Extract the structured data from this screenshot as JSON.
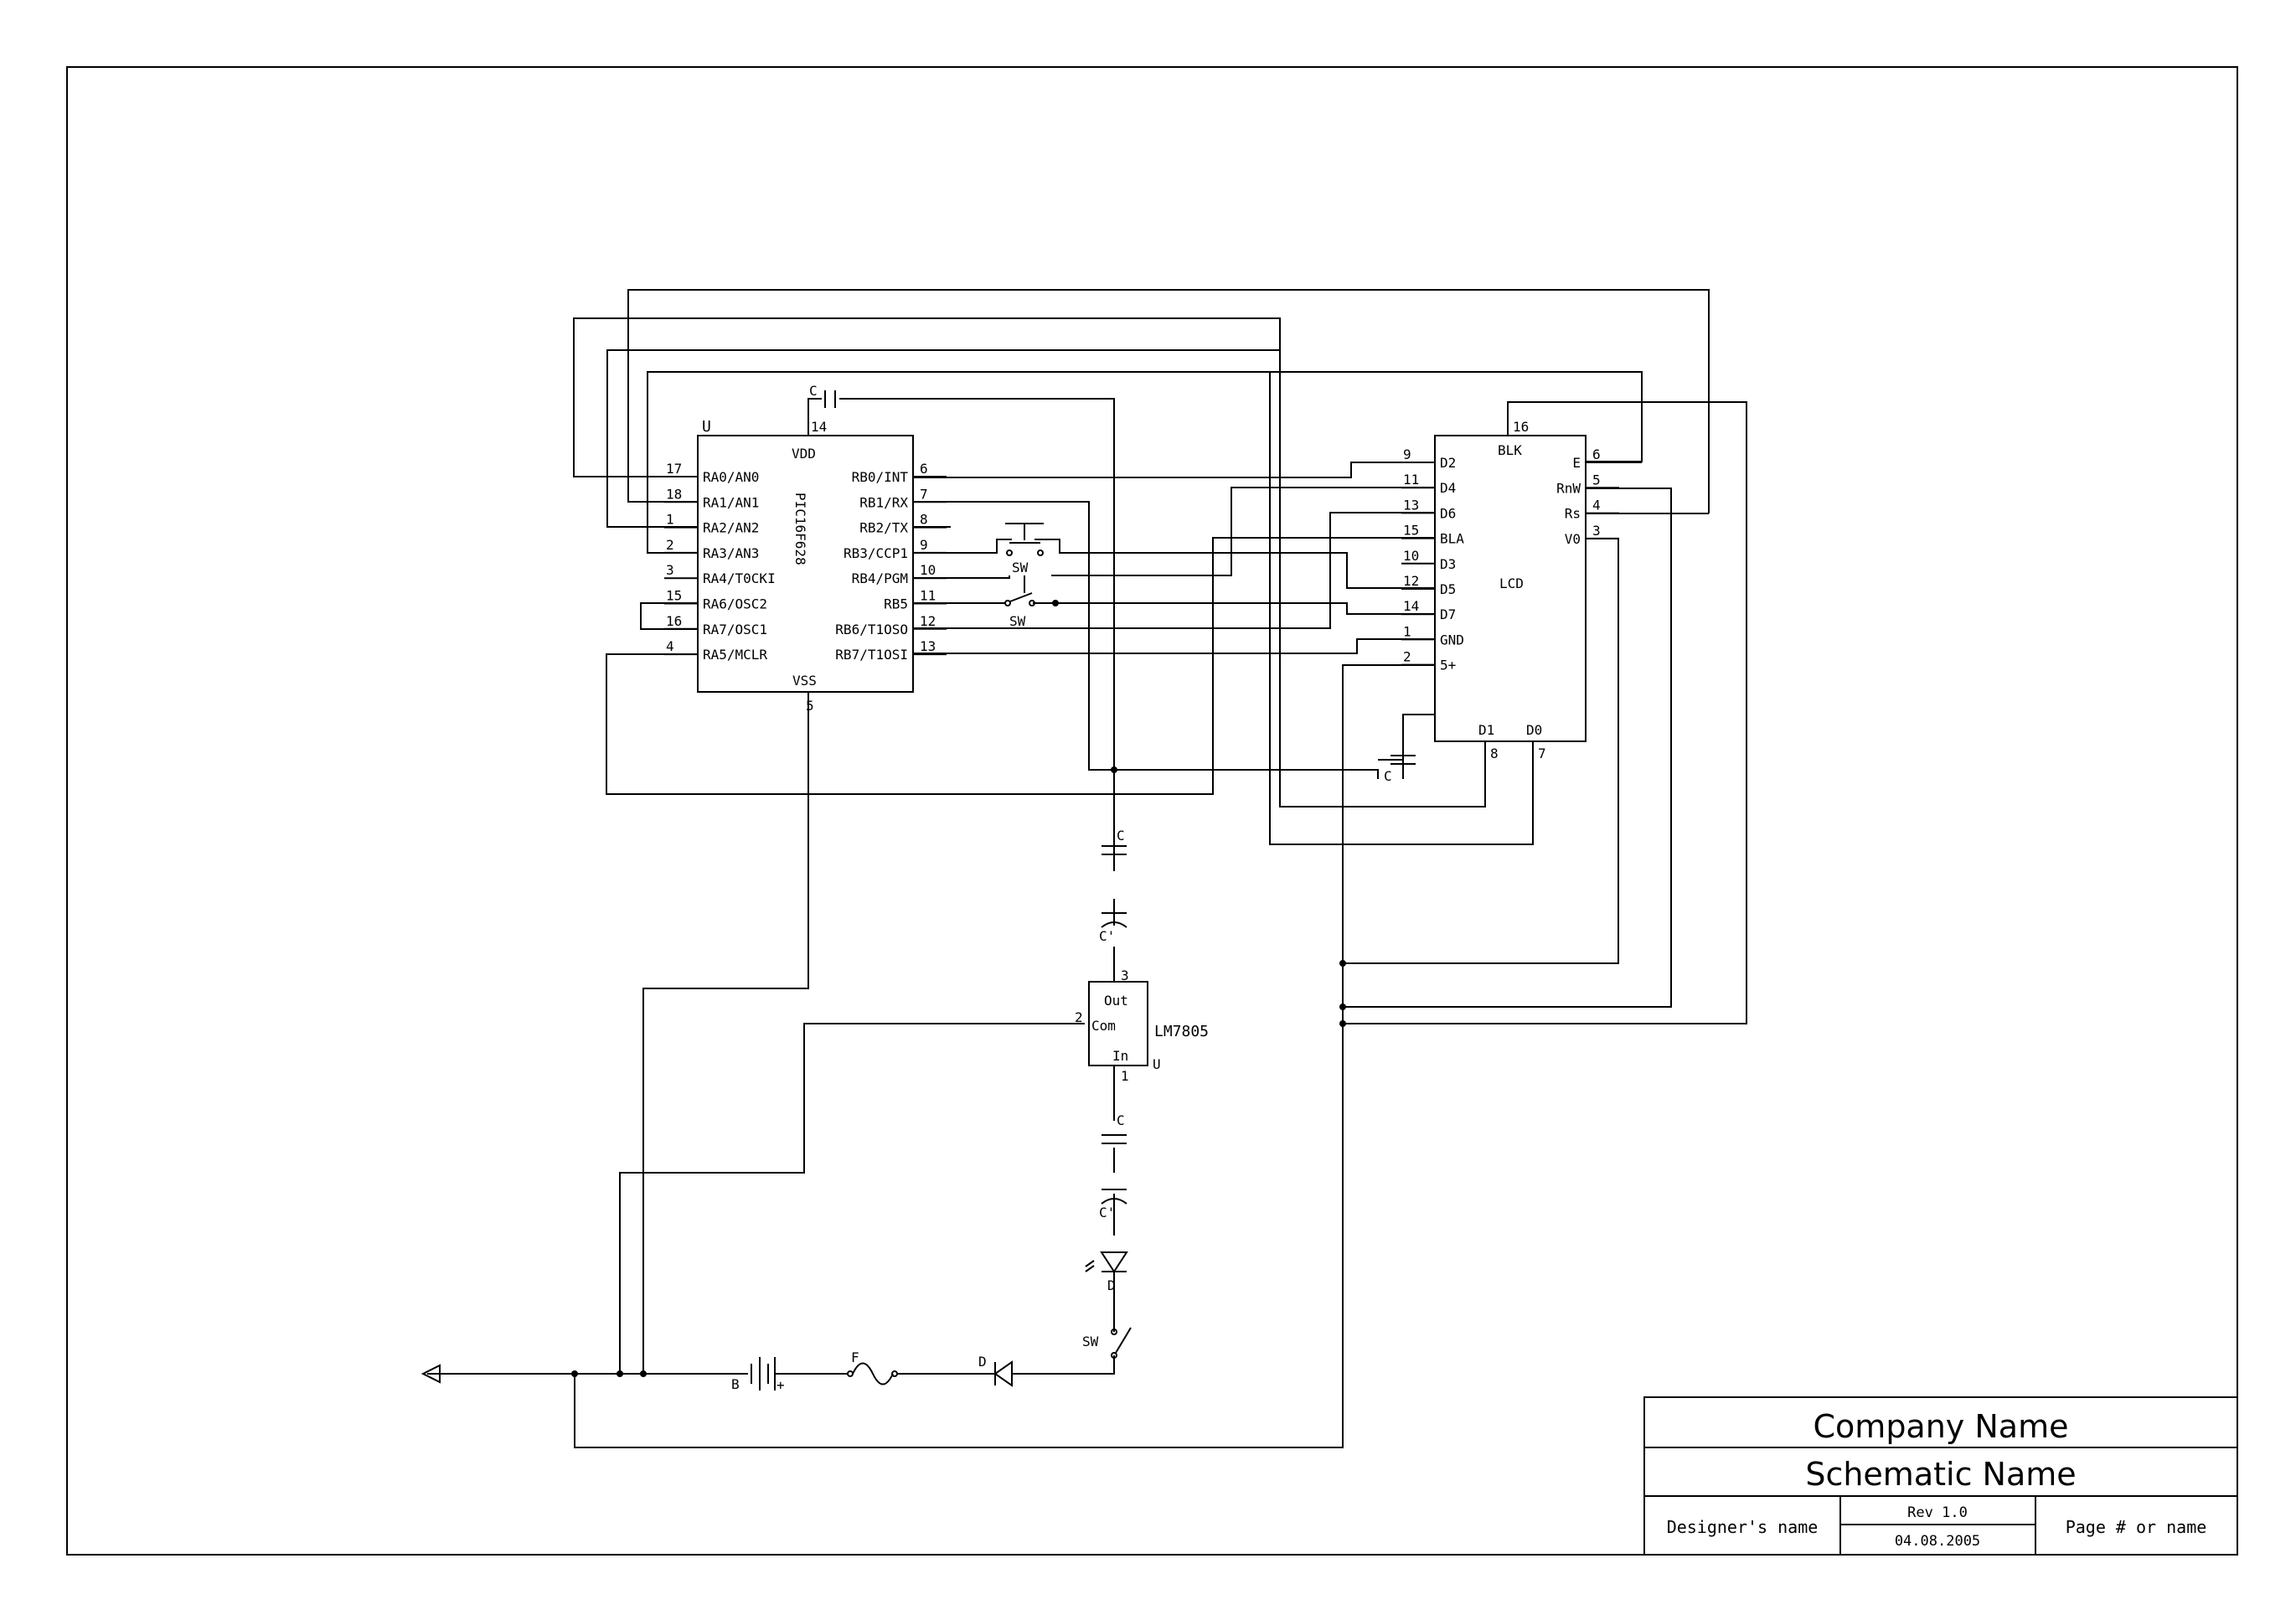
{
  "mcu": {
    "ref": "U",
    "part": "PIC16F628",
    "vdd_label": "VDD",
    "vss_label": "VSS",
    "vdd_pin": "14",
    "vss_pin": "5",
    "left_pins": [
      {
        "num": "17",
        "name": "RA0/AN0"
      },
      {
        "num": "18",
        "name": "RA1/AN1"
      },
      {
        "num": "1",
        "name": "RA2/AN2"
      },
      {
        "num": "2",
        "name": "RA3/AN3"
      },
      {
        "num": "3",
        "name": "RA4/T0CKI"
      },
      {
        "num": "15",
        "name": "RA6/OSC2"
      },
      {
        "num": "16",
        "name": "RA7/OSC1"
      },
      {
        "num": "4",
        "name": "RA5/MCLR"
      }
    ],
    "right_pins": [
      {
        "num": "6",
        "name": "RB0/INT"
      },
      {
        "num": "7",
        "name": "RB1/RX"
      },
      {
        "num": "8",
        "name": "RB2/TX"
      },
      {
        "num": "9",
        "name": "RB3/CCP1"
      },
      {
        "num": "10",
        "name": "RB4/PGM"
      },
      {
        "num": "11",
        "name": "RB5"
      },
      {
        "num": "12",
        "name": "RB6/T1OSO"
      },
      {
        "num": "13",
        "name": "RB7/T1OSI"
      }
    ]
  },
  "lcd": {
    "name": "LCD",
    "blk_label": "BLK",
    "blk_pin": "16",
    "left_pins": [
      {
        "num": "9",
        "name": "D2"
      },
      {
        "num": "11",
        "name": "D4"
      },
      {
        "num": "13",
        "name": "D6"
      },
      {
        "num": "15",
        "name": "BLA"
      },
      {
        "num": "10",
        "name": "D3"
      },
      {
        "num": "12",
        "name": "D5"
      },
      {
        "num": "14",
        "name": "D7"
      },
      {
        "num": "1",
        "name": "GND"
      },
      {
        "num": "2",
        "name": "5+"
      }
    ],
    "right_pins": [
      {
        "num": "6",
        "name": "E"
      },
      {
        "num": "5",
        "name": "RnW"
      },
      {
        "num": "4",
        "name": "Rs"
      },
      {
        "num": "3",
        "name": "V0"
      }
    ],
    "bottom_pins": [
      {
        "num": "8",
        "name": "D1"
      },
      {
        "num": "7",
        "name": "D0"
      }
    ]
  },
  "regulator": {
    "part": "LM7805",
    "ref": "U",
    "out_label": "Out",
    "com_label": "Com",
    "in_label": "In",
    "out_pin": "3",
    "com_pin": "2",
    "in_pin": "1"
  },
  "components": {
    "cap_top": "C",
    "cap_lcd": "C",
    "cap_out_1": "C",
    "cap_out_2": "C'",
    "cap_in_1": "C",
    "cap_in_2": "C'",
    "sw_1": "SW",
    "sw_2": "SW",
    "sw_power": "SW",
    "led": "D",
    "diode": "D",
    "battery": "B",
    "battery_plus": "+",
    "fuse": "F"
  },
  "title_block": {
    "company": "Company Name",
    "schematic": "Schematic Name",
    "designer": "Designer's name",
    "revision": "Rev 1.0",
    "date": "04.08.2005",
    "page": "Page # or name"
  },
  "colors": {
    "ink": "#000000",
    "paper": "#ffffff"
  }
}
